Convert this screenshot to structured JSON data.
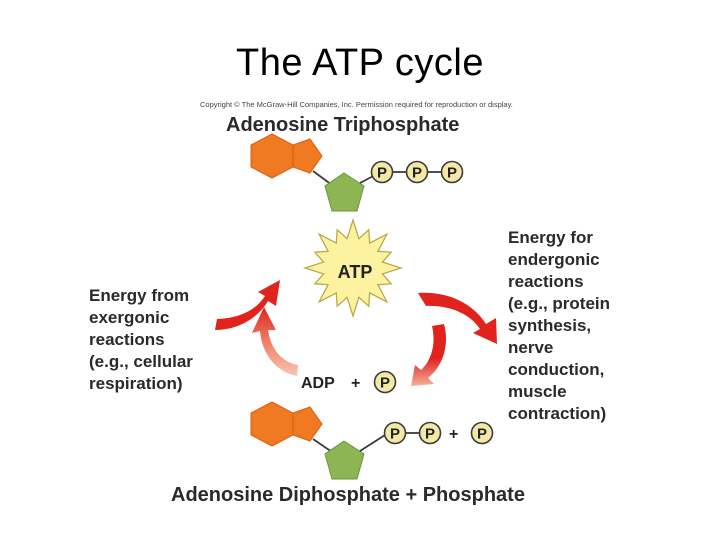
{
  "title": "The ATP cycle",
  "copyright": "Copyright © The McGraw-Hill Companies, Inc. Permission required for reproduction or display.",
  "top_heading": "Adenosine Triphosphate",
  "bottom_heading": "Adenosine Diphosphate + Phosphate",
  "left_text": [
    "Energy from",
    "exergonic",
    "reactions",
    "(e.g., cellular",
    "respiration)"
  ],
  "right_text": [
    "Energy for",
    "endergonic",
    "reactions",
    "(e.g., protein",
    "synthesis,",
    "nerve",
    "conduction,",
    "muscle",
    "contraction)"
  ],
  "atp_label": "ATP",
  "adp_label": "ADP",
  "plus": "+",
  "phosphate_symbol": "P",
  "colors": {
    "hexagon": "#f07a22",
    "pentagon": "#8db553",
    "phosphate": "#f3e8a6",
    "arrow_red": "#e0231d",
    "arrow_pale": "#f4b09a",
    "starburst": "#fdf2a0"
  }
}
